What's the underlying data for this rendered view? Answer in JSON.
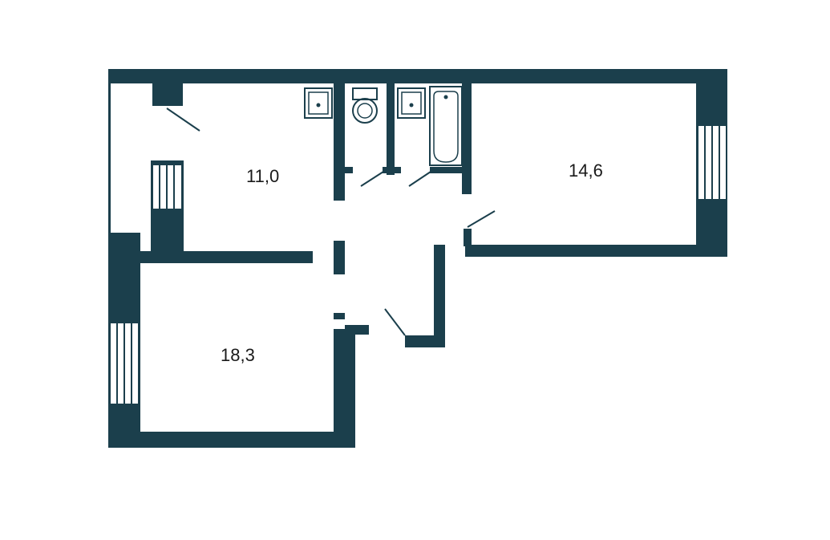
{
  "colors": {
    "wall": "#1b3f4c",
    "background": "#ffffff",
    "fixture_stroke": "#1b3f4c"
  },
  "rooms": [
    {
      "id": "kitchen",
      "area": "11,0"
    },
    {
      "id": "room-right",
      "area": "14,6"
    },
    {
      "id": "room-left",
      "area": "18,3"
    }
  ],
  "fixtures": [
    "kitchen-sink-icon",
    "toilet-icon",
    "bathroom-sink-icon",
    "bathtub-icon",
    "kitchen-radiator-icon"
  ]
}
